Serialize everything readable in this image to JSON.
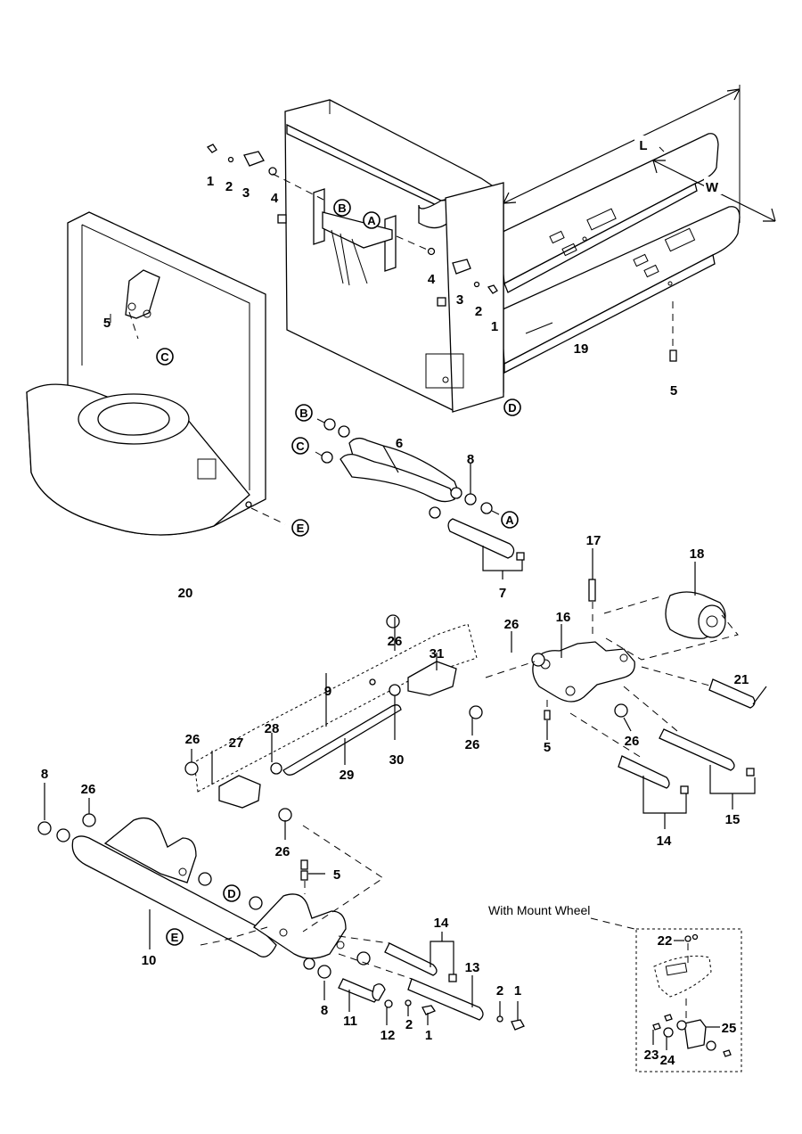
{
  "diagram": {
    "type": "exploded-parts-diagram",
    "dimension_labels": {
      "length": "L",
      "width": "W"
    },
    "reference_markers": [
      "A",
      "B",
      "C",
      "D",
      "E"
    ],
    "inset_caption": "With Mount Wheel",
    "callouts": {
      "c1a": "1",
      "c2a": "2",
      "c3a": "3",
      "c4a": "4",
      "c4b": "4",
      "c3b": "3",
      "c2b": "2",
      "c1b": "1",
      "c5a": "5",
      "c19": "19",
      "c5b": "5",
      "c20": "20",
      "c6": "6",
      "c8a": "8",
      "c7": "7",
      "c17": "17",
      "c18": "18",
      "c16": "16",
      "c26a": "26",
      "c21": "21",
      "c5c": "5",
      "c26b": "26",
      "c14a": "14",
      "c15": "15",
      "c26c": "26",
      "c31": "31",
      "c9": "9",
      "c26d": "26",
      "c27": "27",
      "c28": "28",
      "c29": "29",
      "c30": "30",
      "c26e": "26",
      "c8b": "8",
      "c26f": "26",
      "c26g": "26",
      "c5d": "5",
      "c10": "10",
      "c14b": "14",
      "c13": "13",
      "c2c": "2",
      "c1c": "1",
      "c8c": "8",
      "c11": "11",
      "c12": "12",
      "c2d": "2",
      "c1d": "1",
      "c22": "22",
      "c23": "23",
      "c24": "24",
      "c25": "25"
    }
  }
}
